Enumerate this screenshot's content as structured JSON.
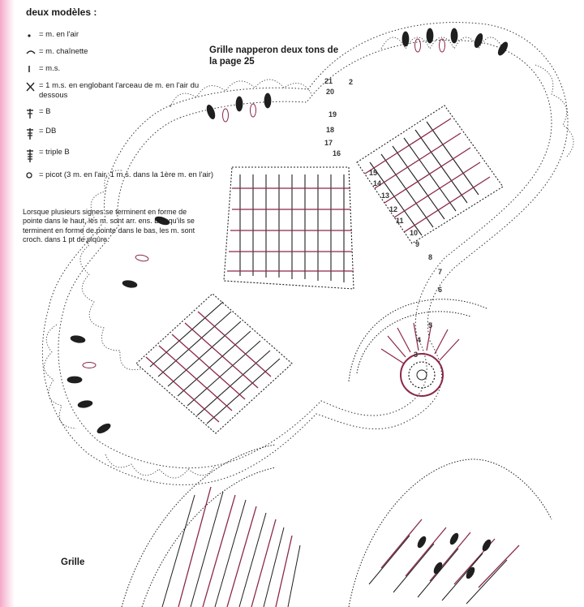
{
  "legend": {
    "heading": "deux modèles :",
    "items": [
      {
        "symbol": "dot",
        "text": "= m. en l'air"
      },
      {
        "symbol": "arc",
        "text": "= m. chaînette"
      },
      {
        "symbol": "bar",
        "text": "= m.s."
      },
      {
        "symbol": "x",
        "text": "= 1 m.s. en englobant l'arceau de m. en l'air du dessous"
      },
      {
        "symbol": "tr",
        "text": "= B"
      },
      {
        "symbol": "dtr",
        "text": "= DB"
      },
      {
        "symbol": "ttr",
        "text": "= triple B"
      },
      {
        "symbol": "picot",
        "text": "= picot (3 m. en l'air, 1 m.s. dans la 1ère m. en l'air)"
      }
    ]
  },
  "note": "Lorsque plusieurs signes se terminent en forme de pointe dans le haut, les m. sont arr. ens. Lorsqu'ils se terminent en forme de pointe dans le bas, les m. sont croch. dans 1 pt de piqûre.",
  "title": "Grille napperon deux tons de la page 25",
  "bottom_label": "Grille",
  "row_numbers": [
    "2",
    "3",
    "4",
    "5",
    "6",
    "7",
    "8",
    "9",
    "10",
    "11",
    "12",
    "13",
    "14",
    "15",
    "16",
    "17",
    "18",
    "19",
    "20",
    "21"
  ],
  "colors": {
    "dark": "#1c1c1c",
    "accent": "#8a2848",
    "edge": "#f4a8c8"
  }
}
